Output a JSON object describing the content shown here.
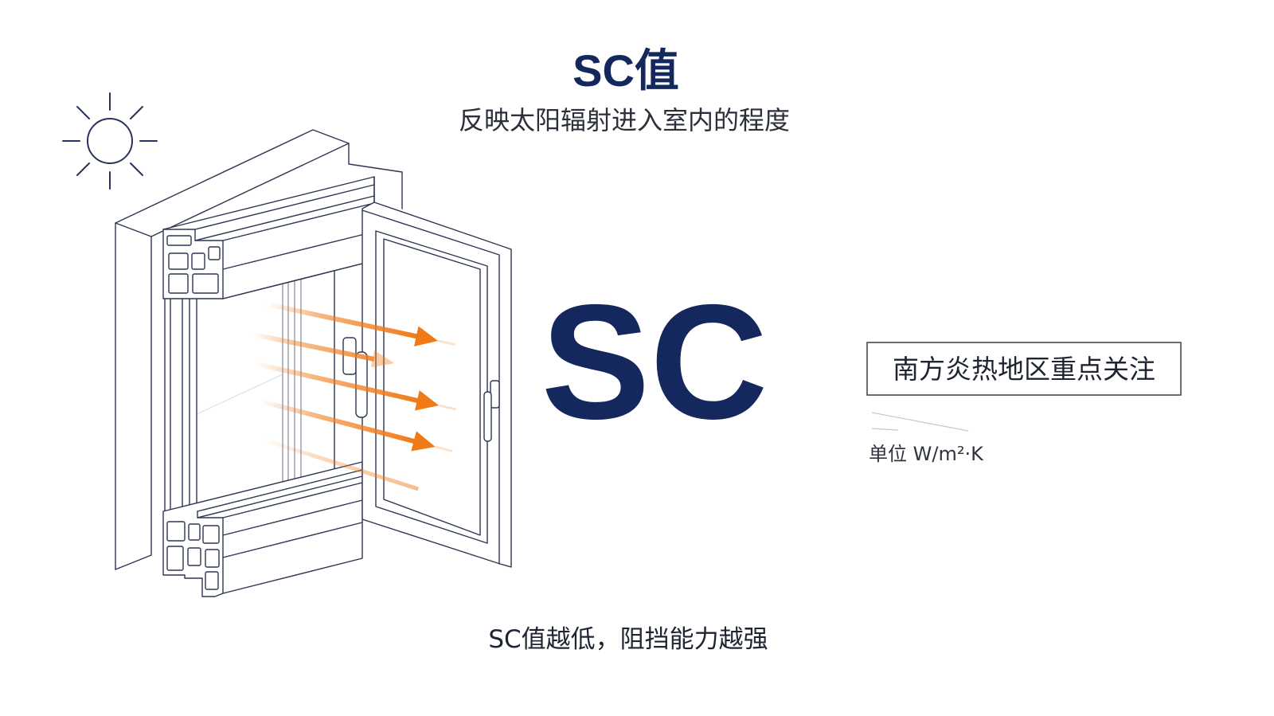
{
  "title": "SC值",
  "subtitle": "反映太阳辐射进入室内的程度",
  "hero_label": "SC",
  "callout": {
    "text": "南方炎热地区重点关注"
  },
  "unit_label": "单位 W/m²·K",
  "footer_note": "SC值越低，阻挡能力越强",
  "icons": {
    "sun": "sun-icon",
    "window": "casement-window-icon",
    "arrows": "solar-radiation-arrows"
  },
  "colors": {
    "navy": "#15285e",
    "orange": "#f07a18",
    "line": "#2d3652",
    "text": "#1f2433",
    "background": "#ffffff"
  }
}
